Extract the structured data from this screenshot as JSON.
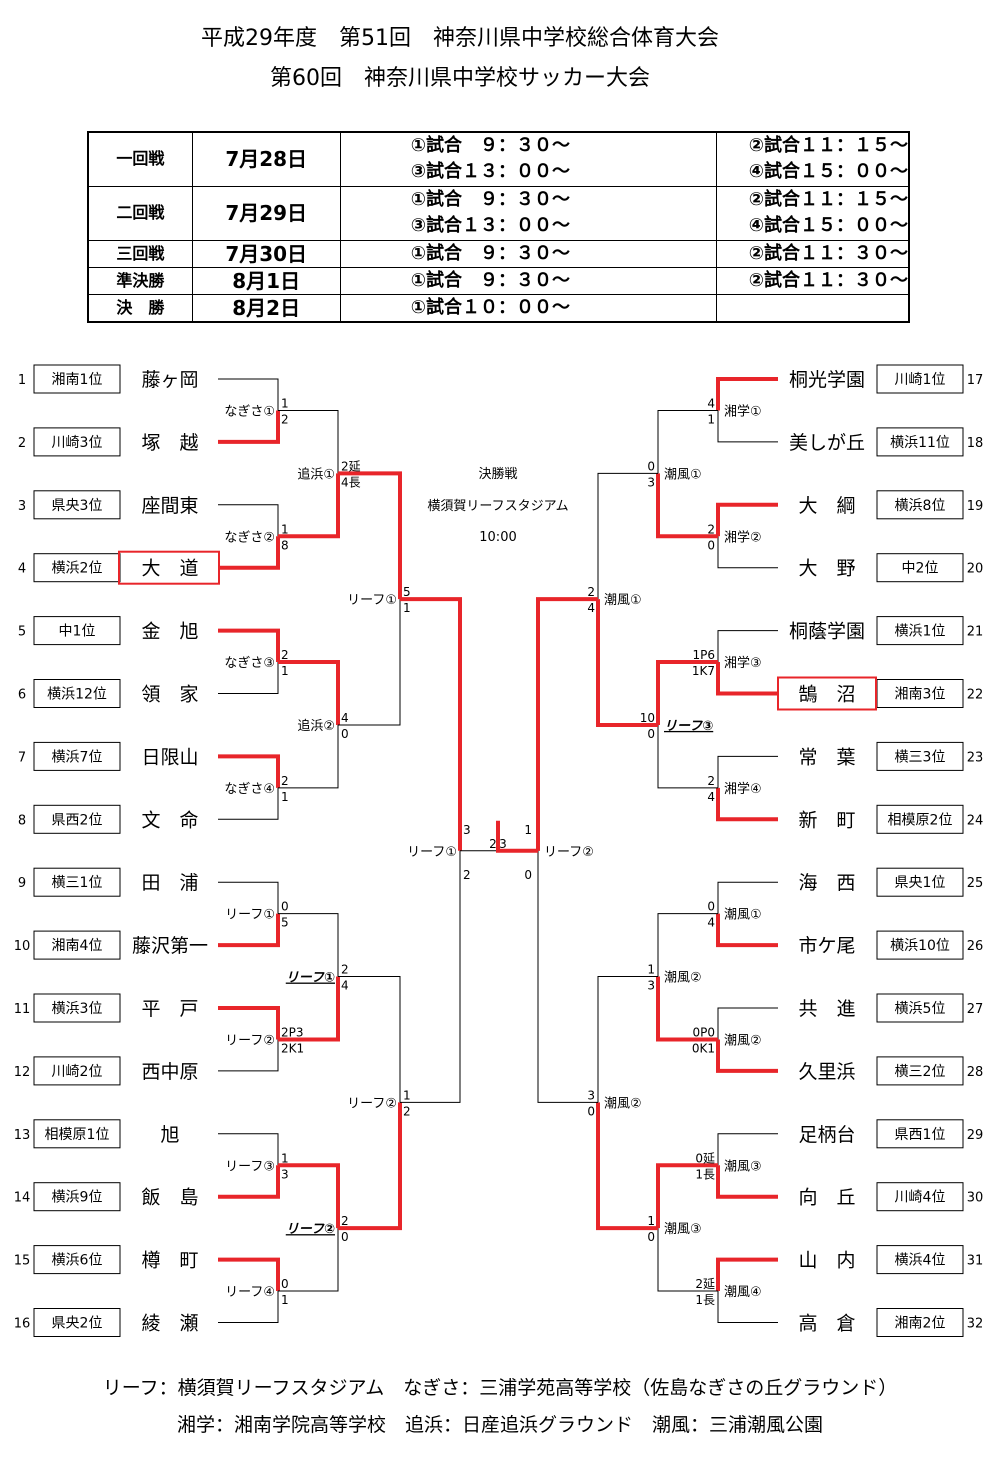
{
  "title": {
    "line1": "平成29年度　第51回　神奈川県中学校総合体育大会",
    "line2": "第60回　神奈川県中学校サッカー大会"
  },
  "schedule": [
    {
      "round": "一回戦",
      "date": "7月28日",
      "a1": "①試合　９：３０～",
      "a2": "③試合１３：００～",
      "b1": "②試合１１：１５～",
      "b2": "④試合１５：００～"
    },
    {
      "round": "二回戦",
      "date": "7月29日",
      "a1": "①試合　９：３０～",
      "a2": "③試合１３：００～",
      "b1": "②試合１１：１５～",
      "b2": "④試合１５：００～"
    },
    {
      "round": "三回戦",
      "date": "7月30日",
      "a1": "①試合　９：３０～",
      "b1": "②試合１１：３０～"
    },
    {
      "round": "準決勝",
      "date": "8月1日",
      "a1": "①試合　９：３０～",
      "b1": "②試合１１：３０～"
    },
    {
      "round": "決　勝",
      "date": "8月2日",
      "a1": "①試合１０：００～",
      "b1": ""
    }
  ],
  "final_info": {
    "label": "決勝戦",
    "venue": "横須賀リーフスタジアム",
    "time": "10:00"
  },
  "teams_left": [
    {
      "no": "1",
      "seed": "湘南1位",
      "name": "藤ヶ岡"
    },
    {
      "no": "2",
      "seed": "川崎3位",
      "name": "塚　越"
    },
    {
      "no": "3",
      "seed": "県央3位",
      "name": "座間東"
    },
    {
      "no": "4",
      "seed": "横浜2位",
      "name": "大　道"
    },
    {
      "no": "5",
      "seed": "中1位",
      "name": "金　旭"
    },
    {
      "no": "6",
      "seed": "横浜12位",
      "name": "領　家"
    },
    {
      "no": "7",
      "seed": "横浜7位",
      "name": "日限山"
    },
    {
      "no": "8",
      "seed": "県西2位",
      "name": "文　命"
    },
    {
      "no": "9",
      "seed": "横三1位",
      "name": "田　浦"
    },
    {
      "no": "10",
      "seed": "湘南4位",
      "name": "藤沢第一"
    },
    {
      "no": "11",
      "seed": "横浜3位",
      "name": "平　戸"
    },
    {
      "no": "12",
      "seed": "川崎2位",
      "name": "西中原"
    },
    {
      "no": "13",
      "seed": "相模原1位",
      "name": "旭"
    },
    {
      "no": "14",
      "seed": "横浜9位",
      "name": "飯　島"
    },
    {
      "no": "15",
      "seed": "横浜6位",
      "name": "樽　町"
    },
    {
      "no": "16",
      "seed": "県央2位",
      "name": "綾　瀬"
    }
  ],
  "teams_right": [
    {
      "no": "17",
      "seed": "川崎1位",
      "name": "桐光学園"
    },
    {
      "no": "18",
      "seed": "横浜11位",
      "name": "美しが丘"
    },
    {
      "no": "19",
      "seed": "横浜8位",
      "name": "大　綱"
    },
    {
      "no": "20",
      "seed": "中2位",
      "name": "大　野"
    },
    {
      "no": "21",
      "seed": "横浜1位",
      "name": "桐蔭学園"
    },
    {
      "no": "22",
      "seed": "湘南3位",
      "name": "鵠　沼"
    },
    {
      "no": "23",
      "seed": "横三3位",
      "name": "常　葉"
    },
    {
      "no": "24",
      "seed": "相模原2位",
      "name": "新　町"
    },
    {
      "no": "25",
      "seed": "県央1位",
      "name": "海　西"
    },
    {
      "no": "26",
      "seed": "横浜10位",
      "name": "市ケ尾"
    },
    {
      "no": "27",
      "seed": "横浜5位",
      "name": "共　進"
    },
    {
      "no": "28",
      "seed": "横三2位",
      "name": "久里浜"
    },
    {
      "no": "29",
      "seed": "県西1位",
      "name": "足柄台"
    },
    {
      "no": "30",
      "seed": "川崎4位",
      "name": "向　丘"
    },
    {
      "no": "31",
      "seed": "横浜4位",
      "name": "山　内"
    },
    {
      "no": "32",
      "seed": "湘南2位",
      "name": "高　倉"
    }
  ],
  "venues": {
    "v1": "なぎさ①",
    "v2": "なぎさ②",
    "v3": "なぎさ③",
    "v4": "なぎさ④",
    "v5": "リーフ①",
    "v6": "リーフ②",
    "v7": "リーフ③",
    "v8": "リーフ④",
    "v9": "追浜①",
    "v10": "追浜②",
    "v11": "リーフ①",
    "v12": "リーフ②",
    "v13": "リーフ①",
    "v14": "リーフ②",
    "v15": "リーフ①",
    "v16": "リーフ②",
    "v17": "湘学①",
    "v18": "湘学②",
    "v19": "湘学③",
    "v20": "湘学④",
    "v21": "潮風①",
    "v22": "潮風②",
    "v23": "潮風③",
    "v24": "潮風④",
    "v25": "潮風①",
    "v26": "リーフ③",
    "v27": "潮風②",
    "v28": "潮風③",
    "v29": "潮風①",
    "v30": "潮風②"
  },
  "scores": {
    "s1a": "1",
    "s1b": "2",
    "s2a": "1",
    "s2b": "8",
    "s3a": "2",
    "s3b": "1",
    "s4a": "2",
    "s4b": "1",
    "s5a": "0",
    "s5b": "5",
    "s6a": "2P3",
    "s6b": "2K1",
    "s7a": "1",
    "s7b": "3",
    "s8a": "0",
    "s8b": "1",
    "s9a": "2延",
    "s9b": "4長",
    "s10a": "4",
    "s10b": "0",
    "s11a": "2",
    "s11b": "4",
    "s12a": "2",
    "s12b": "0",
    "s13a": "5",
    "s13b": "1",
    "s14a": "1",
    "s14b": "2",
    "s15a": "3",
    "s15b": "2",
    "sfl": "2",
    "sfr": "3",
    "s16a": "1",
    "s16b": "0",
    "s17a": "4",
    "s17b": "1",
    "s18a": "2",
    "s18b": "0",
    "s19a": "1P6",
    "s19b": "1K7",
    "s20a": "2",
    "s20b": "4",
    "s21a": "0",
    "s21b": "4",
    "s22a": "0P0",
    "s22b": "0K1",
    "s23a": "0延",
    "s23b": "1長",
    "s24a": "2延",
    "s24b": "1長",
    "s25a": "0",
    "s25b": "3",
    "s26a": "10",
    "s26b": "0",
    "s27a": "1",
    "s27b": "3",
    "s28a": "1",
    "s28b": "0",
    "s29a": "2",
    "s29b": "4",
    "s30a": "3",
    "s30b": "0"
  },
  "notes": {
    "line1": "リーフ：横須賀リーフスタジアム　なぎさ：三浦学苑高等学校（佐島なぎさの丘グラウンド）",
    "line2": "湘学：湘南学院高等学校　追浜：日産追浜グラウンド　潮風：三浦潮風公園"
  },
  "colors": {
    "win": "#e8252a",
    "line": "#000000"
  }
}
